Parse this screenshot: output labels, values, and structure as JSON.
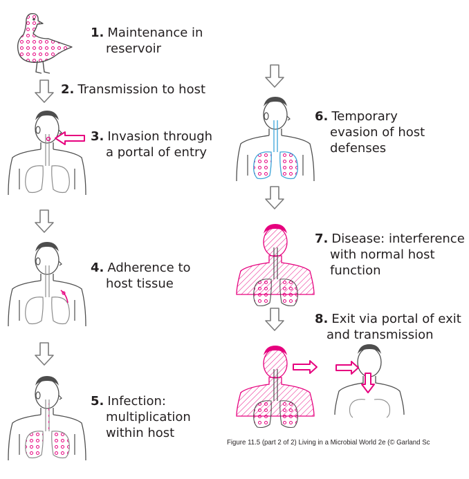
{
  "steps": [
    {
      "num": "1.",
      "line1": "Maintenance in",
      "line2": "reservoir"
    },
    {
      "num": "2.",
      "line1": "Transmission to host"
    },
    {
      "num": "3.",
      "line1": "Invasion through",
      "line2": "a portal of entry"
    },
    {
      "num": "4.",
      "line1": "Adherence to",
      "line2": "host tissue"
    },
    {
      "num": "5.",
      "line1": "Infection:",
      "line2": "multiplication",
      "line3": "within host"
    },
    {
      "num": "6.",
      "line1": "Temporary",
      "line2": "evasion of host",
      "line3": "defenses"
    },
    {
      "num": "7.",
      "line1": "Disease: interference",
      "line2": "with normal host",
      "line3": "function"
    },
    {
      "num": "8.",
      "line1": "Exit via portal of exit",
      "line2": "and transmission"
    }
  ],
  "caption": "Figure 11.5 (part 2 of 2)  Living in a Microbial World 2e (© Garland Sc",
  "colors": {
    "pathogen": "#e6007e",
    "outline": "#4d4d4d",
    "organ": "#8c8c8c",
    "evasion": "#3aa3d8"
  },
  "icons": [
    "duck-icon",
    "human-figure-icon",
    "down-arrow-icon",
    "right-arrow-icon"
  ]
}
